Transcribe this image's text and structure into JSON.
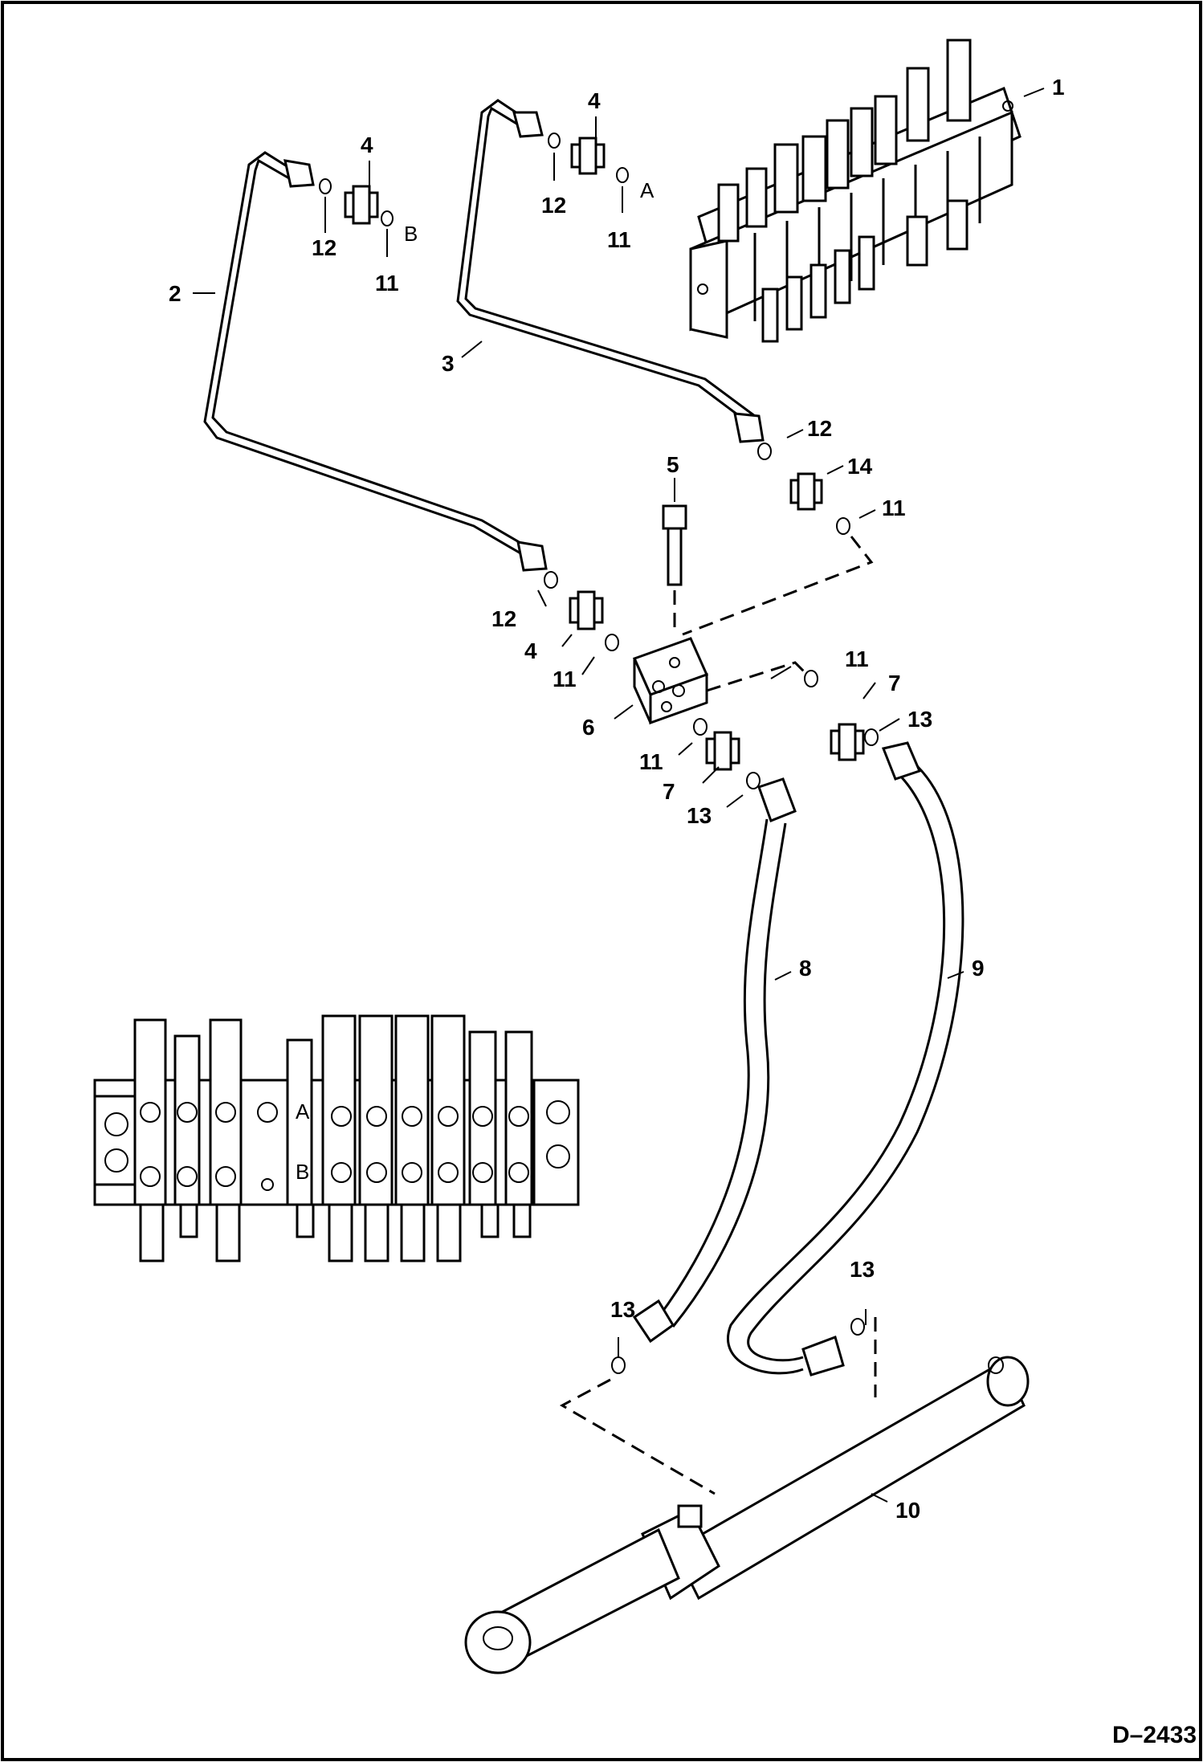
{
  "diagram": {
    "drawing_id": "D–2433",
    "callouts": [
      {
        "id": "c1",
        "text": "1"
      },
      {
        "id": "c2",
        "text": "2"
      },
      {
        "id": "c3",
        "text": "3"
      },
      {
        "id": "c4a",
        "text": "4"
      },
      {
        "id": "c12a",
        "text": "12"
      },
      {
        "id": "c11a",
        "text": "11"
      },
      {
        "id": "c4b",
        "text": "4"
      },
      {
        "id": "c12b",
        "text": "12"
      },
      {
        "id": "c11b",
        "text": "11"
      },
      {
        "id": "c12c",
        "text": "12"
      },
      {
        "id": "c14",
        "text": "14"
      },
      {
        "id": "c11c",
        "text": "11"
      },
      {
        "id": "c5",
        "text": "5"
      },
      {
        "id": "c12d",
        "text": "12"
      },
      {
        "id": "c4c",
        "text": "4"
      },
      {
        "id": "c11d",
        "text": "11"
      },
      {
        "id": "c11e",
        "text": "11"
      },
      {
        "id": "c7a",
        "text": "7"
      },
      {
        "id": "c13a",
        "text": "13"
      },
      {
        "id": "c6",
        "text": "6"
      },
      {
        "id": "c11f",
        "text": "11"
      },
      {
        "id": "c7b",
        "text": "7"
      },
      {
        "id": "c13b",
        "text": "13"
      },
      {
        "id": "c8",
        "text": "8"
      },
      {
        "id": "c9",
        "text": "9"
      },
      {
        "id": "c13c",
        "text": "13"
      },
      {
        "id": "c13d",
        "text": "13"
      },
      {
        "id": "c10",
        "text": "10"
      }
    ],
    "port_labels": [
      {
        "id": "pa1",
        "text": "A"
      },
      {
        "id": "pb1",
        "text": "B"
      },
      {
        "id": "pa2",
        "text": "A"
      },
      {
        "id": "pb2",
        "text": "B"
      }
    ]
  }
}
